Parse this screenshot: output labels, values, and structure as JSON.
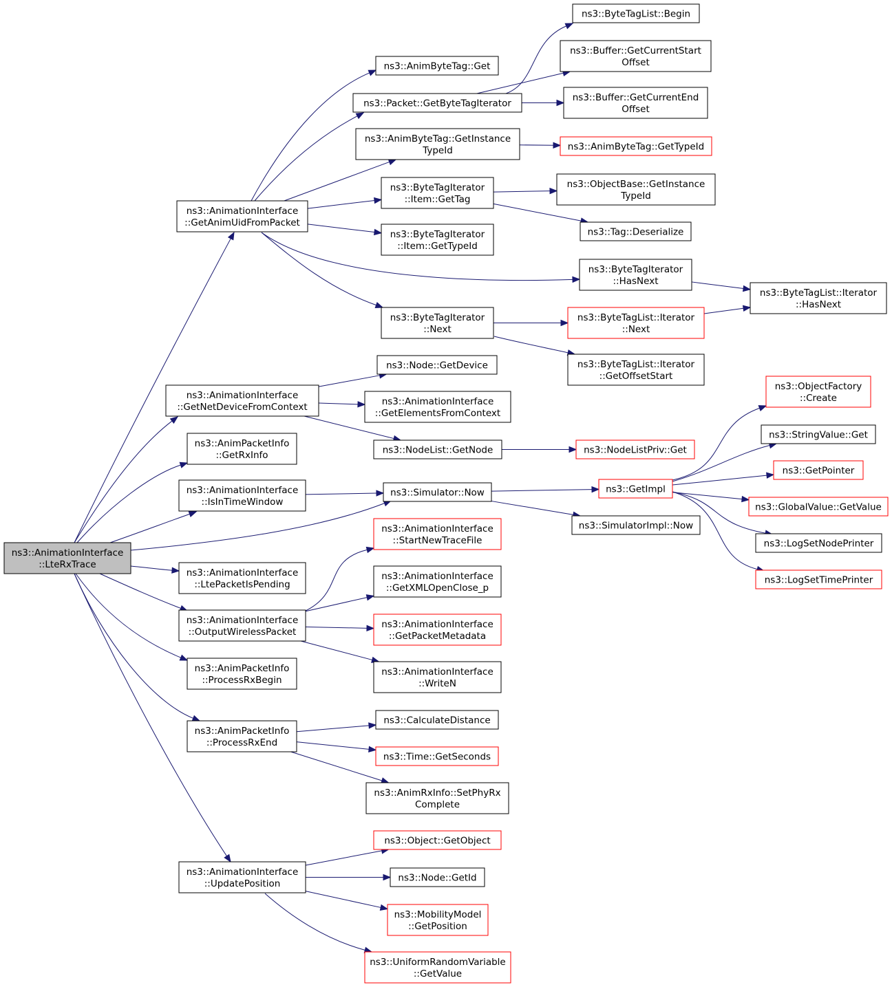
{
  "diagram": {
    "root": "n0",
    "nodes": {
      "n0": {
        "lines": [
          "ns3::AnimationInterface",
          "::LteRxTrace"
        ],
        "style": "root"
      },
      "n1": {
        "lines": [
          "ns3::AnimationInterface",
          "::GetAnimUidFromPacket"
        ]
      },
      "n2": {
        "lines": [
          "ns3::AnimationInterface",
          "::GetNetDeviceFromContext"
        ]
      },
      "n3": {
        "lines": [
          "ns3::AnimPacketInfo",
          "::GetRxInfo"
        ]
      },
      "n4": {
        "lines": [
          "ns3::AnimationInterface",
          "::IsInTimeWindow"
        ]
      },
      "n5": {
        "lines": [
          "ns3::AnimationInterface",
          "::LtePacketIsPending"
        ]
      },
      "n6": {
        "lines": [
          "ns3::AnimationInterface",
          "::OutputWirelessPacket"
        ]
      },
      "n7": {
        "lines": [
          "ns3::AnimPacketInfo",
          "::ProcessRxBegin"
        ]
      },
      "n8": {
        "lines": [
          "ns3::AnimPacketInfo",
          "::ProcessRxEnd"
        ]
      },
      "n9": {
        "lines": [
          "ns3::AnimationInterface",
          "::UpdatePosition"
        ]
      },
      "n10": {
        "lines": [
          "ns3::AnimByteTag::Get"
        ]
      },
      "n11": {
        "lines": [
          "ns3::Packet::GetByteTagIterator"
        ]
      },
      "n12": {
        "lines": [
          "ns3::AnimByteTag::GetInstance",
          "TypeId"
        ]
      },
      "n13": {
        "lines": [
          "ns3::ByteTagIterator",
          "::Item::GetTag"
        ]
      },
      "n14": {
        "lines": [
          "ns3::ByteTagIterator",
          "::Item::GetTypeId"
        ]
      },
      "n15": {
        "lines": [
          "ns3::ByteTagIterator",
          "::Next"
        ]
      },
      "n16": {
        "lines": [
          "ns3::ByteTagList::Begin"
        ]
      },
      "n17": {
        "lines": [
          "ns3::Buffer::GetCurrentStart",
          "Offset"
        ]
      },
      "n18": {
        "lines": [
          "ns3::Buffer::GetCurrentEnd",
          "Offset"
        ]
      },
      "n19": {
        "lines": [
          "ns3::AnimByteTag::GetTypeId"
        ],
        "style": "truncated"
      },
      "n20": {
        "lines": [
          "ns3::ObjectBase::GetInstance",
          "TypeId"
        ]
      },
      "n21": {
        "lines": [
          "ns3::Tag::Deserialize"
        ]
      },
      "n22": {
        "lines": [
          "ns3::ByteTagIterator",
          "::HasNext"
        ]
      },
      "n23": {
        "lines": [
          "ns3::ByteTagList::Iterator",
          "::HasNext"
        ]
      },
      "n24": {
        "lines": [
          "ns3::ByteTagList::Iterator",
          "::Next"
        ],
        "style": "truncated"
      },
      "n25": {
        "lines": [
          "ns3::ByteTagList::Iterator",
          "::GetOffsetStart"
        ]
      },
      "n26": {
        "lines": [
          "ns3::Node::GetDevice"
        ]
      },
      "n27": {
        "lines": [
          "ns3::AnimationInterface",
          "::GetElementsFromContext"
        ]
      },
      "n28": {
        "lines": [
          "ns3::NodeList::GetNode"
        ]
      },
      "n29": {
        "lines": [
          "ns3::NodeListPriv::Get"
        ],
        "style": "truncated"
      },
      "n30": {
        "lines": [
          "ns3::Simulator::Now"
        ]
      },
      "n31": {
        "lines": [
          "ns3::GetImpl"
        ],
        "style": "truncated"
      },
      "n32": {
        "lines": [
          "ns3::SimulatorImpl::Now"
        ]
      },
      "n33": {
        "lines": [
          "ns3::ObjectFactory",
          "::Create"
        ],
        "style": "truncated"
      },
      "n34": {
        "lines": [
          "ns3::StringValue::Get"
        ]
      },
      "n35": {
        "lines": [
          "ns3::GetPointer"
        ],
        "style": "truncated"
      },
      "n36": {
        "lines": [
          "ns3::GlobalValue::GetValue"
        ],
        "style": "truncated"
      },
      "n37": {
        "lines": [
          "ns3::LogSetNodePrinter"
        ]
      },
      "n38": {
        "lines": [
          "ns3::LogSetTimePrinter"
        ],
        "style": "truncated"
      },
      "n39": {
        "lines": [
          "ns3::AnimationInterface",
          "::StartNewTraceFile"
        ],
        "style": "truncated"
      },
      "n40": {
        "lines": [
          "ns3::AnimationInterface",
          "::GetXMLOpenClose_p"
        ]
      },
      "n41": {
        "lines": [
          "ns3::AnimationInterface",
          "::GetPacketMetadata"
        ],
        "style": "truncated"
      },
      "n42": {
        "lines": [
          "ns3::AnimationInterface",
          "::WriteN"
        ]
      },
      "n43": {
        "lines": [
          "ns3::CalculateDistance"
        ]
      },
      "n44": {
        "lines": [
          "ns3::Time::GetSeconds"
        ],
        "style": "truncated"
      },
      "n45": {
        "lines": [
          "ns3::AnimRxInfo::SetPhyRx",
          "Complete"
        ]
      },
      "n46": {
        "lines": [
          "ns3::Object::GetObject"
        ],
        "style": "truncated"
      },
      "n47": {
        "lines": [
          "ns3::Node::GetId"
        ]
      },
      "n48": {
        "lines": [
          "ns3::MobilityModel",
          "::GetPosition"
        ],
        "style": "truncated"
      },
      "n49": {
        "lines": [
          "ns3::UniformRandomVariable",
          "::GetValue"
        ],
        "style": "truncated"
      }
    },
    "edges": [
      [
        "n0",
        "n1"
      ],
      [
        "n0",
        "n2"
      ],
      [
        "n0",
        "n3"
      ],
      [
        "n0",
        "n4"
      ],
      [
        "n0",
        "n30"
      ],
      [
        "n0",
        "n5"
      ],
      [
        "n0",
        "n6"
      ],
      [
        "n0",
        "n7"
      ],
      [
        "n0",
        "n8"
      ],
      [
        "n0",
        "n9"
      ],
      [
        "n1",
        "n10"
      ],
      [
        "n1",
        "n11"
      ],
      [
        "n1",
        "n12"
      ],
      [
        "n1",
        "n13"
      ],
      [
        "n1",
        "n14"
      ],
      [
        "n1",
        "n22"
      ],
      [
        "n1",
        "n15"
      ],
      [
        "n11",
        "n16"
      ],
      [
        "n11",
        "n17"
      ],
      [
        "n11",
        "n18"
      ],
      [
        "n12",
        "n19"
      ],
      [
        "n13",
        "n20"
      ],
      [
        "n13",
        "n21"
      ],
      [
        "n22",
        "n23"
      ],
      [
        "n15",
        "n24"
      ],
      [
        "n15",
        "n25"
      ],
      [
        "n24",
        "n23"
      ],
      [
        "n2",
        "n26"
      ],
      [
        "n2",
        "n27"
      ],
      [
        "n2",
        "n28"
      ],
      [
        "n28",
        "n29"
      ],
      [
        "n4",
        "n30"
      ],
      [
        "n30",
        "n31"
      ],
      [
        "n30",
        "n32"
      ],
      [
        "n31",
        "n33"
      ],
      [
        "n31",
        "n34"
      ],
      [
        "n31",
        "n35"
      ],
      [
        "n31",
        "n36"
      ],
      [
        "n31",
        "n37"
      ],
      [
        "n31",
        "n38"
      ],
      [
        "n6",
        "n39"
      ],
      [
        "n6",
        "n40"
      ],
      [
        "n6",
        "n41"
      ],
      [
        "n6",
        "n42"
      ],
      [
        "n8",
        "n43"
      ],
      [
        "n8",
        "n44"
      ],
      [
        "n8",
        "n45"
      ],
      [
        "n9",
        "n46"
      ],
      [
        "n9",
        "n47"
      ],
      [
        "n9",
        "n48"
      ],
      [
        "n9",
        "n49"
      ]
    ]
  }
}
